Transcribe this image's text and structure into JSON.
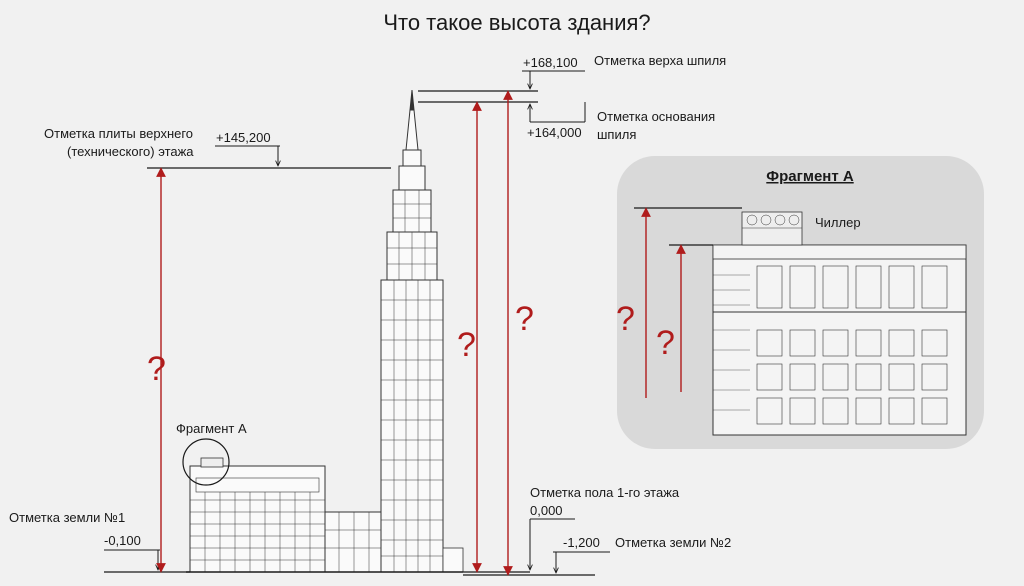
{
  "title": "Что такое высота здания?",
  "labels": {
    "spire_top_value": "+168,100",
    "spire_top_label": "Отметка верха шпиля",
    "spire_base_label_1": "Отметка основания",
    "spire_base_value": "+164,000",
    "spire_base_label_2": "шпиля",
    "top_slab_label_1": "Отметка плиты верхнего",
    "top_slab_label_2": "(технического) этажа",
    "top_slab_value": "+145,200",
    "fragment_a_callout": "Фрагмент А",
    "ground1_label": "Отметка земли №1",
    "ground1_value": "-0,100",
    "floor1_label": "Отметка пола 1-го этажа",
    "floor1_value": "0,000",
    "ground2_value": "-1,200",
    "ground2_label": "Отметка земли №2"
  },
  "fragment": {
    "title": "Фрагмент А",
    "chiller_label": "Чиллер"
  },
  "question_mark": "?",
  "colors": {
    "accent_red": "#b01c1c",
    "line_dark": "#1a1a1a",
    "panel_bg": "#d9d9d9",
    "page_bg": "#f1f1f1"
  }
}
